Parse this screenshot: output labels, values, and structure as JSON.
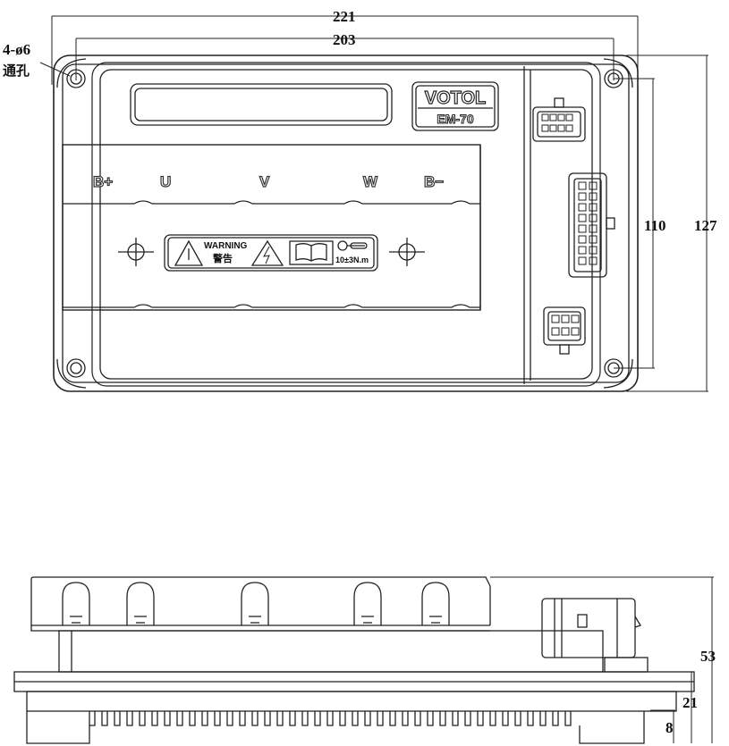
{
  "dimensions": {
    "overall_width": "221",
    "hole_spacing_width": "203",
    "hole_spacing_height": "110",
    "overall_height": "127",
    "side_total_height": "53",
    "side_base_height": "21",
    "side_fin_height": "8"
  },
  "holes_note": {
    "line1": "4-ø6",
    "line2": "通孔"
  },
  "brand": {
    "name": "VOTOL",
    "model": "EM-70"
  },
  "terminals": [
    "B+",
    "U",
    "V",
    "W",
    "B−"
  ],
  "warning_label": {
    "title": "WARNING",
    "chinese": "警告",
    "torque": "10±3N.m"
  }
}
